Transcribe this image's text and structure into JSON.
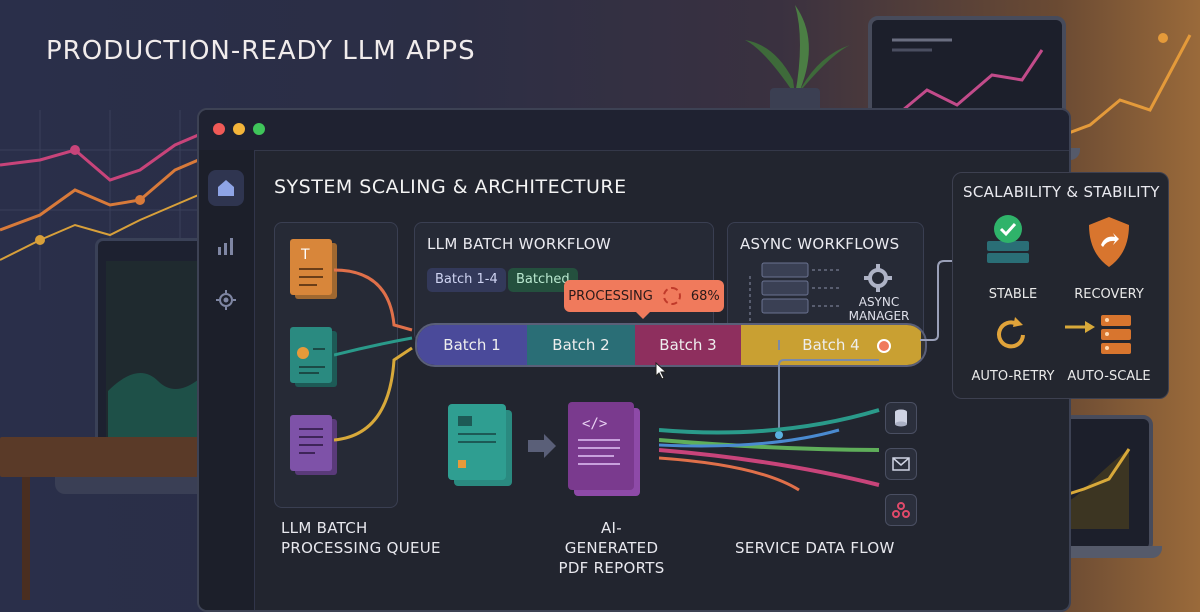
{
  "headline": "PRODUCTION-READY LLM APPS",
  "section_title": "SYSTEM SCALING & ARCHITECTURE",
  "sidebar": {
    "items": [
      "home-icon",
      "bar-chart-icon",
      "gear-icon"
    ]
  },
  "batch_workflow": {
    "title": "LLM BATCH WORKFLOW",
    "chips": [
      "Batch 1-4",
      "Batched"
    ]
  },
  "async_workflows": {
    "title": "ASYNC WORKFLOWS",
    "manager_label": "ASYNC\nMANAGER"
  },
  "processing": {
    "label": "PROCESSING",
    "percent_text": "68%",
    "progress": 0.68
  },
  "pipeline": {
    "segments": [
      {
        "label": "Batch 1",
        "color": "#4a4a9a"
      },
      {
        "label": "Batch 2",
        "color": "#2a6e76"
      },
      {
        "label": "Batch 3",
        "color": "#8e2f5e"
      },
      {
        "label": "Batch 4",
        "color": "#c9a032"
      }
    ]
  },
  "scalability": {
    "title": "SCALABILITY & STABILITY",
    "items": [
      {
        "label": "STABLE",
        "icon": "check-stack-icon"
      },
      {
        "label": "RECOVERY",
        "icon": "shield-icon"
      },
      {
        "label": "AUTO-RETRY",
        "icon": "retry-icon"
      },
      {
        "label": "AUTO-SCALE",
        "icon": "server-stack-icon"
      }
    ]
  },
  "labels": {
    "queue": "LLM BATCH\nPROCESSING QUEUE",
    "reports": "AI-GENERATED\nPDF REPORTS",
    "service": "SERVICE DATA FLOW"
  },
  "colors": {
    "accent": "#f07a5c",
    "stable": "#2fb36a",
    "recovery": "#d8752e",
    "gold": "#d8a93a"
  }
}
